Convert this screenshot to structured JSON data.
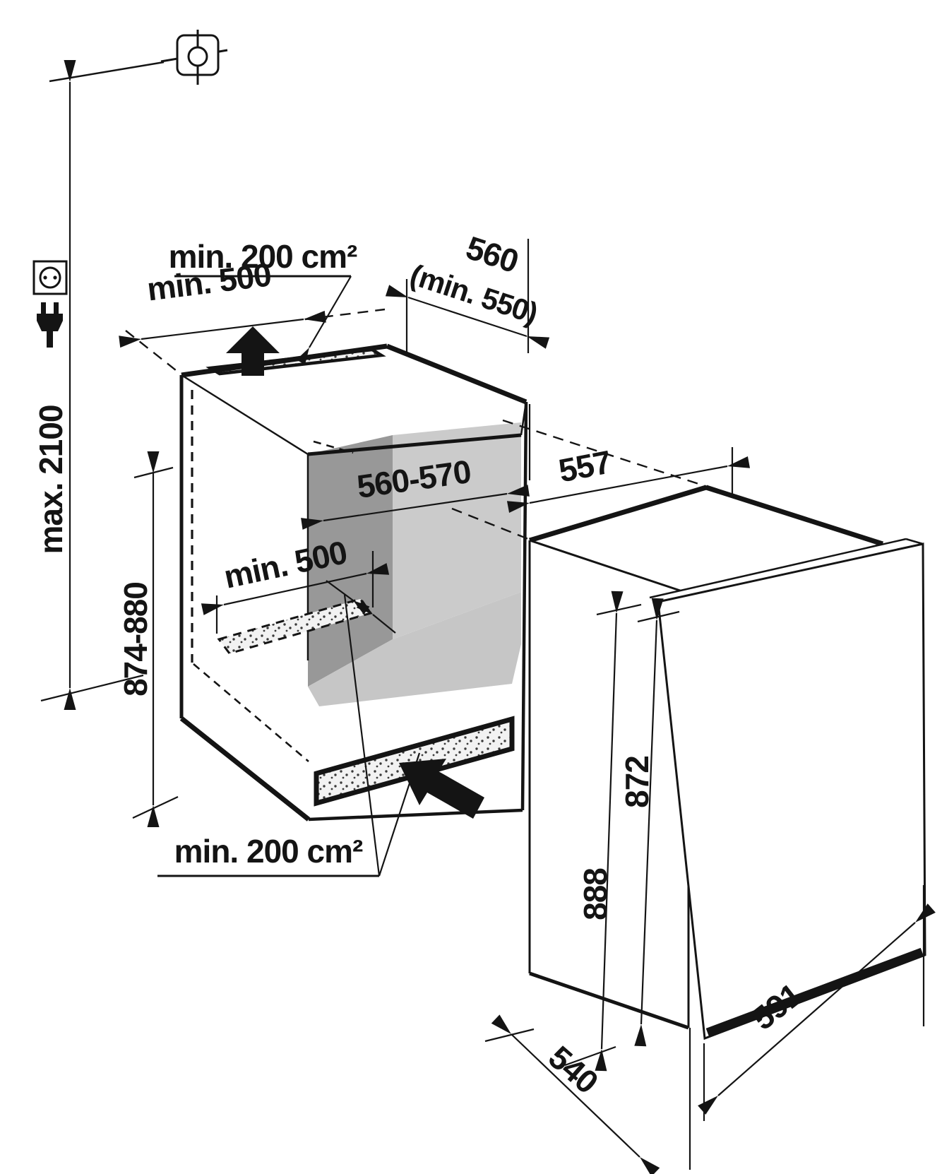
{
  "diagram": {
    "kind": "built-in appliance niche installation drawing",
    "colors": {
      "line": "#141414",
      "paper": "#ffffff",
      "niche_side_wall": "#989898",
      "niche_back_wall": "#cbcbcb",
      "niche_floor": "#c6c6c6"
    },
    "icons": [
      "mains-connection-position-icon",
      "socket-outlet-icon",
      "power-plug-icon",
      "air-out-arrow",
      "air-in-arrow"
    ],
    "dimensions": {
      "top_vent_area": "min. 200 cm²",
      "wall_clearance": "min. 500",
      "niche_depth": "560",
      "niche_depth_min": "(min. 550)",
      "socket_max_height": "max. 2100",
      "niche_height": "874-880",
      "niche_width": "560-570",
      "base_vent_width": "min. 500",
      "pullout_clearance": "557",
      "appliance_height_total": "888",
      "appliance_height_door": "872",
      "base_vent_area": "min. 200 cm²",
      "appliance_depth": "540",
      "appliance_door_width": "591"
    }
  }
}
